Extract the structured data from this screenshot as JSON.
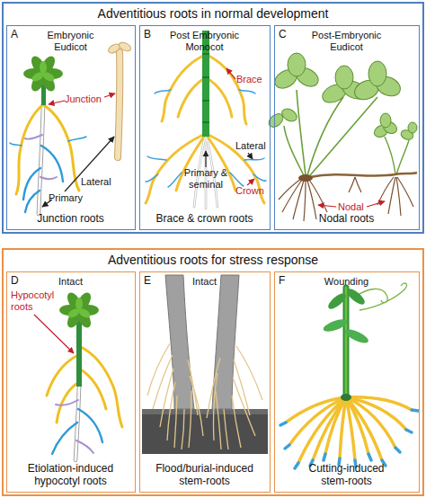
{
  "diagram": {
    "nodes": [
      {
        "text": [
          "Adventitious roots in normal development"
        ]
      },
      {
        "text": [
          "A",
          "Embryonic Eudicot",
          "Junction roots"
        ],
        "in": 0
      },
      {
        "text": [
          "B",
          "Post Embryonic Monocot",
          "Brace & crown roots"
        ],
        "in": 0
      },
      {
        "text": [
          "C",
          "Post-Embryonic Eudicot",
          "Nodal roots"
        ],
        "in": 0
      },
      {
        "text": [
          "Adventitious roots for stress response"
        ]
      },
      {
        "text": [
          "D",
          "Intact",
          "Etiolation-induced hypocotyl roots"
        ],
        "in": 4
      },
      {
        "text": [
          "E",
          "Intact",
          "Flood/burial-induced stem-roots"
        ],
        "in": 4
      },
      {
        "text": [
          "F",
          "Wounding",
          "Cutting-induced stem-roots"
        ],
        "in": 4
      }
    ],
    "labels": [
      "Junction",
      "Lateral",
      "Primary",
      "Brace",
      "Lateral",
      "Primary & seminal",
      "Crown",
      "Nodal",
      "Hypocotyl roots"
    ]
  }
}
